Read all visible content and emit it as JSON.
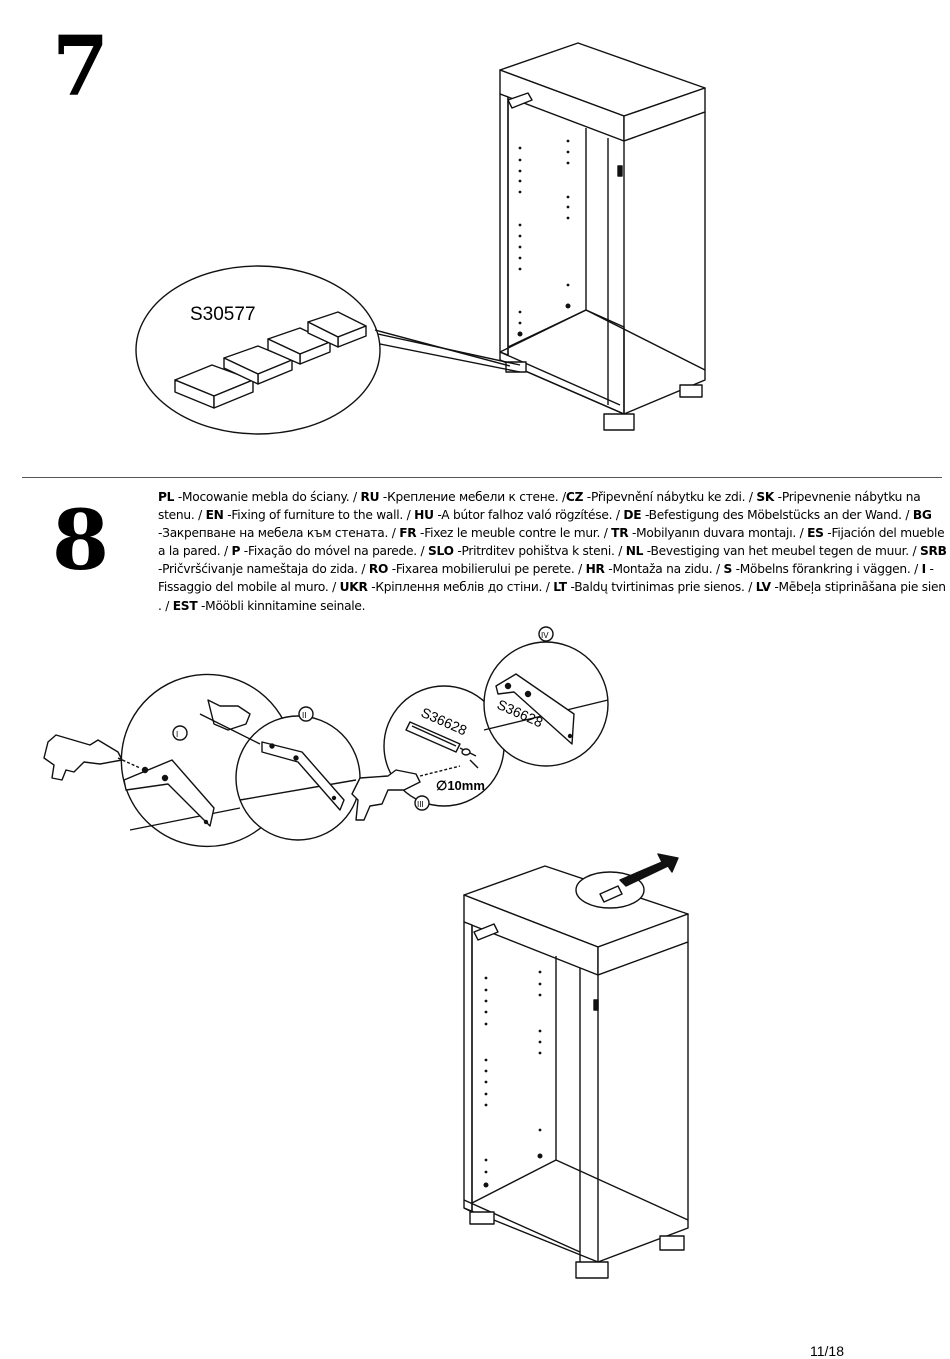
{
  "step7": {
    "number": "7",
    "part_label": "S30577"
  },
  "step8": {
    "number": "8",
    "instructions": [
      {
        "code": "PL",
        "text": " -Mocowanie mebla do ściany. / "
      },
      {
        "code": "RU",
        "text": " -Крепление мебели к стене. /"
      },
      {
        "code": "CZ",
        "text": " -Připevnění nábytku ke zdi. / "
      },
      {
        "code": "SK",
        "text": " -Pripevnenie nábytku na stenu. / "
      },
      {
        "code": "EN",
        "text": " -Fixing of furniture to the wall. / "
      },
      {
        "code": "HU",
        "text": " -A bútor falhoz való rögzítése. / "
      },
      {
        "code": "DE",
        "text": " -Befestigung des Möbelstücks an der Wand. / "
      },
      {
        "code": "BG",
        "text": " -Закрепване на мебела към стената. / "
      },
      {
        "code": "FR",
        "text": " -Fixez le meuble contre le mur. / "
      },
      {
        "code": "TR",
        "text": " -Mobilyanın duvara montajı. / "
      },
      {
        "code": "ES",
        "text": " -Fijación del mueble a la pared. / "
      },
      {
        "code": "P",
        "text": " -Fixação do móvel na parede. / "
      },
      {
        "code": "SLO",
        "text": " -Pritrditev pohištva k steni. / "
      },
      {
        "code": "NL",
        "text": " -Bevestiging van het meubel tegen de muur. / "
      },
      {
        "code": "SRB",
        "text": " -Pričvršćivanje nameštaja do zida. / "
      },
      {
        "code": "RO",
        "text": " -Fixarea mobilierului pe perete. / "
      },
      {
        "code": "HR",
        "text": " -Montaža na zidu. / "
      },
      {
        "code": "S",
        "text": " -Möbelns förankring i väggen. / "
      },
      {
        "code": "I",
        "text": " -Fissaggio del mobile al muro. / "
      },
      {
        "code": "UKR",
        "text": " -Кріплення меблів до стіни. / "
      },
      {
        "code": "LT",
        "text": " -Baldų tvirtinimas prie sienos. / "
      },
      {
        "code": "LV",
        "text": " -Mēbeļa stiprināšana pie sien          . / "
      },
      {
        "code": "EST",
        "text": " -Mööbli kinnitamine seinale."
      }
    ],
    "sub_steps": [
      "I",
      "II",
      "III",
      "IV"
    ],
    "screw_label_1": "S36628",
    "screw_label_2": "S36628",
    "drill_size": "∅10mm"
  },
  "page_number": "11/18"
}
